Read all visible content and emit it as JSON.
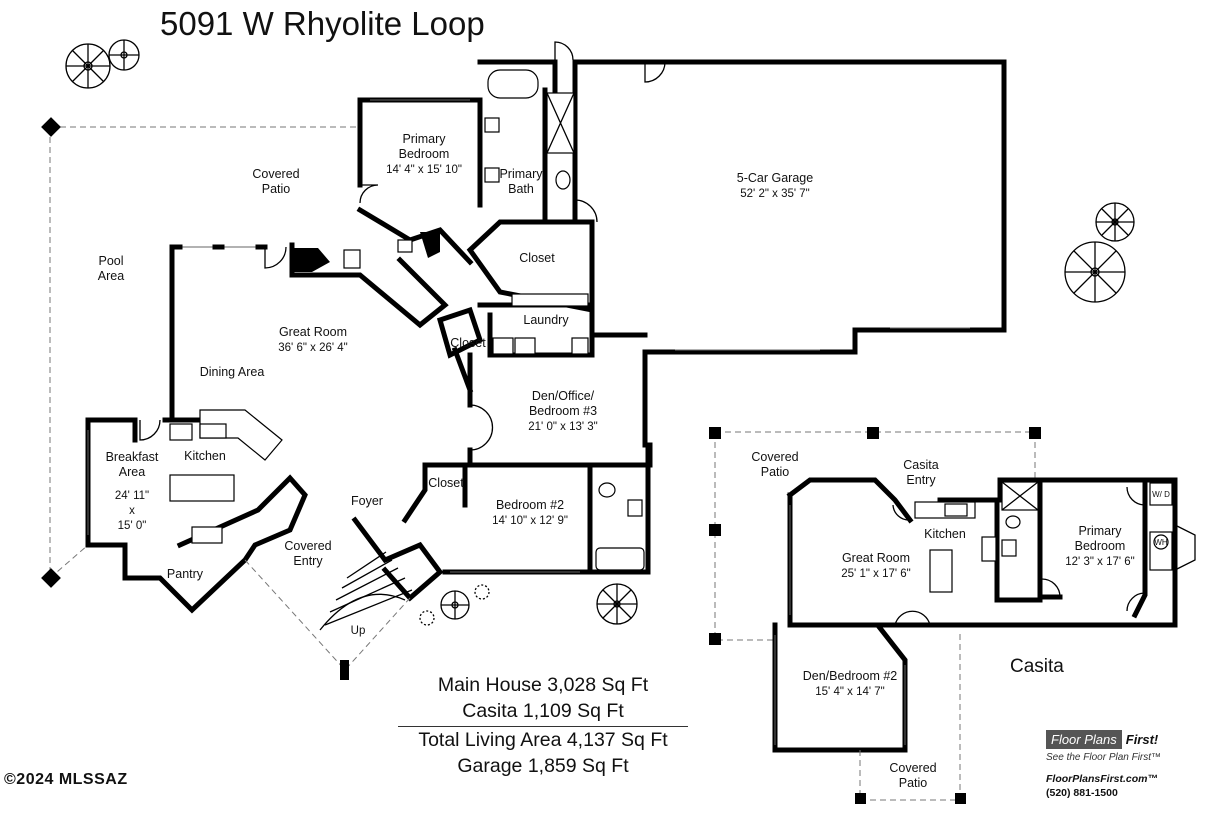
{
  "title": "5091 W Rhyolite Loop",
  "main_rooms": [
    {
      "id": "primary-bedroom",
      "name": "Primary Bedroom",
      "dim": "14' 4\" x 15' 10\""
    },
    {
      "id": "primary-bath",
      "name": "Primary Bath",
      "dim": ""
    },
    {
      "id": "covered-patio",
      "name": "Covered Patio",
      "dim": ""
    },
    {
      "id": "pool-area",
      "name": "Pool Area",
      "dim": ""
    },
    {
      "id": "great-room",
      "name": "Great Room",
      "dim": "36' 6\" x 26' 4\""
    },
    {
      "id": "dining-area",
      "name": "Dining Area",
      "dim": ""
    },
    {
      "id": "closet-1",
      "name": "Closet",
      "dim": ""
    },
    {
      "id": "closet-2",
      "name": "Closet",
      "dim": ""
    },
    {
      "id": "laundry",
      "name": "Laundry",
      "dim": ""
    },
    {
      "id": "garage",
      "name": "5-Car Garage",
      "dim": "52' 2\" x 35' 7\""
    },
    {
      "id": "den-office",
      "name": "Den/Office/ Bedroom #3",
      "dim": "21' 0\" x 13' 3\""
    },
    {
      "id": "breakfast",
      "name": "Breakfast Area",
      "dim": "24' 11\" x 15' 0\""
    },
    {
      "id": "kitchen",
      "name": "Kitchen",
      "dim": ""
    },
    {
      "id": "foyer",
      "name": "Foyer",
      "dim": ""
    },
    {
      "id": "closet-3",
      "name": "Closet",
      "dim": ""
    },
    {
      "id": "bedroom-2",
      "name": "Bedroom #2",
      "dim": "14' 10\" x 12' 9\""
    },
    {
      "id": "covered-entry",
      "name": "Covered Entry",
      "dim": ""
    },
    {
      "id": "pantry",
      "name": "Pantry",
      "dim": ""
    }
  ],
  "stair_label": "Up",
  "casita_rooms": [
    {
      "id": "casita-covered-patio",
      "name": "Covered Patio",
      "dim": ""
    },
    {
      "id": "casita-entry",
      "name": "Casita Entry",
      "dim": ""
    },
    {
      "id": "casita-kitchen",
      "name": "Kitchen",
      "dim": ""
    },
    {
      "id": "casita-great-room",
      "name": "Great Room",
      "dim": "25' 1\" x 17' 6\""
    },
    {
      "id": "casita-primary-bedroom",
      "name": "Primary Bedroom",
      "dim": "12' 3\" x 17' 6\""
    },
    {
      "id": "casita-den",
      "name": "Den/Bedroom #2",
      "dim": "15' 4\" x 14' 7\""
    },
    {
      "id": "casita-covered-patio-2",
      "name": "Covered Patio",
      "dim": ""
    }
  ],
  "fixture_labels": {
    "washer_dryer": "W/ D",
    "water_heater": "WH"
  },
  "casita_label": "Casita",
  "summary": {
    "main_house": "Main House 3,028 Sq Ft",
    "casita": "Casita 1,109 Sq Ft",
    "total": "Total Living Area 4,137 Sq Ft",
    "garage": "Garage 1,859 Sq Ft"
  },
  "copyright": "©2024 MLSSAZ",
  "brand": {
    "logo_part1": "Floor Plans",
    "logo_part2": "First!",
    "tagline": "See the Floor Plan First™",
    "url": "FloorPlansFirst.com™",
    "phone": "(520) 881-1500"
  }
}
